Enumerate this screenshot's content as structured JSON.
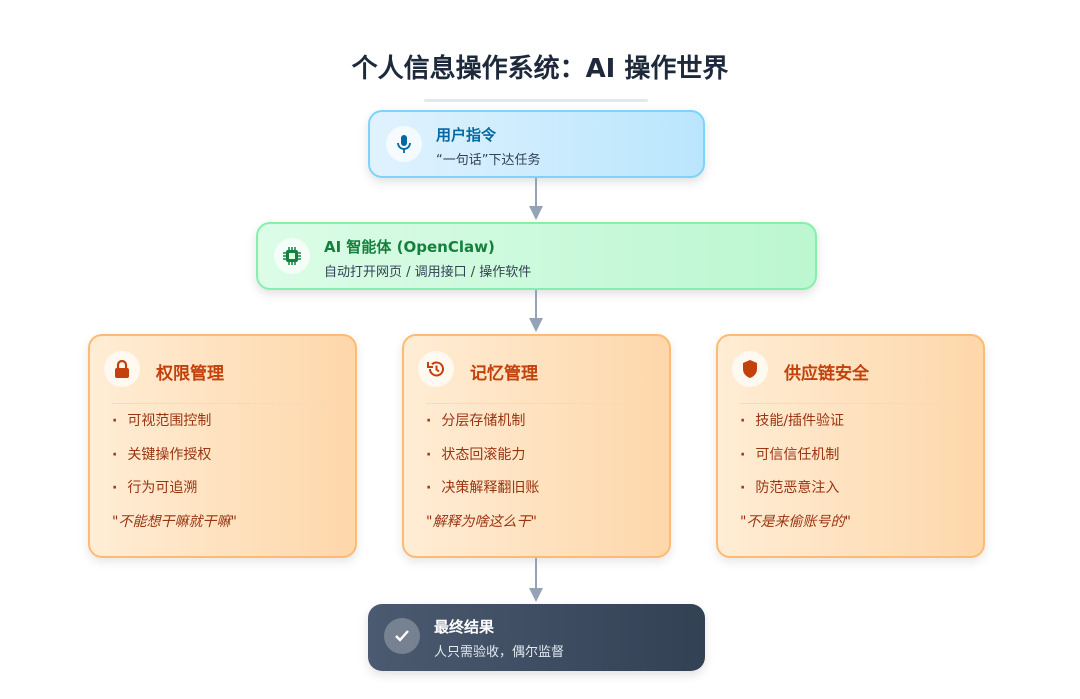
{
  "title": "个人信息操作系统：AI 操作世界",
  "user": {
    "title": "用户指令",
    "subtitle": "“一句话”下达任务",
    "icon": "microphone-icon"
  },
  "agent": {
    "title": "AI 智能体 (OpenClaw)",
    "subtitle": "自动打开网页 / 调用接口 / 操作软件",
    "icon": "chip-icon"
  },
  "cards": [
    {
      "title": "权限管理",
      "icon": "lock-icon",
      "items": [
        "可视范围控制",
        "关键操作授权",
        "行为可追溯"
      ],
      "quote": "\"不能想干嘛就干嘛\""
    },
    {
      "title": "记忆管理",
      "icon": "history-icon",
      "items": [
        "分层存储机制",
        "状态回滚能力",
        "决策解释翻旧账"
      ],
      "quote": "\"解释为啥这么干\""
    },
    {
      "title": "供应链安全",
      "icon": "shield-icon",
      "items": [
        "技能/插件验证",
        "可信信任机制",
        "防范恶意注入"
      ],
      "quote": "\"不是来偷账号的\""
    }
  ],
  "final": {
    "title": "最终结果",
    "subtitle": "人只需验收，偶尔监督",
    "icon": "check-icon"
  },
  "colors": {
    "blue": "#0369a1",
    "green": "#15803d",
    "orange": "#c2410c",
    "dark": "#334155"
  }
}
